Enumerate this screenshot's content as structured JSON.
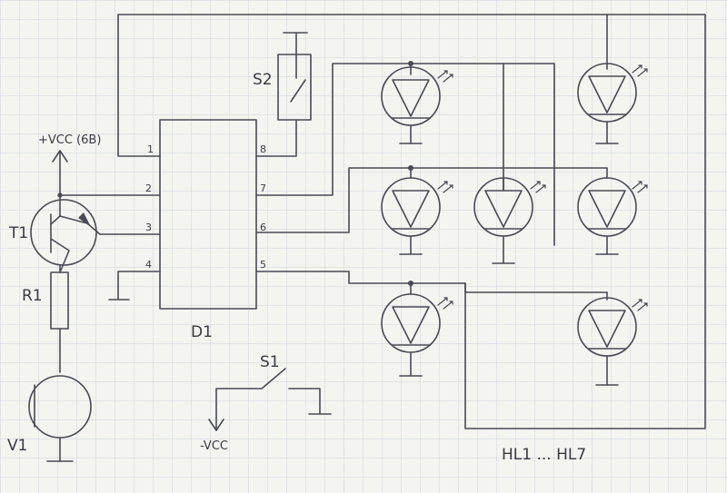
{
  "labels": {
    "vcc_plus": "+VCC (6В)",
    "vcc_minus": "-VCC",
    "t1": "T1",
    "r1": "R1",
    "v1": "V1",
    "d1": "D1",
    "s1": "S1",
    "s2": "S2",
    "hl": "HL1 ... HL7"
  },
  "d1_pins": {
    "p1": "1",
    "p2": "2",
    "p3": "3",
    "p4": "4",
    "p5": "5",
    "p6": "6",
    "p7": "7",
    "p8": "8"
  },
  "colors": {
    "paper": "#f4f4f1",
    "grid": "#cfd2da",
    "ink": "#4a4a55"
  }
}
